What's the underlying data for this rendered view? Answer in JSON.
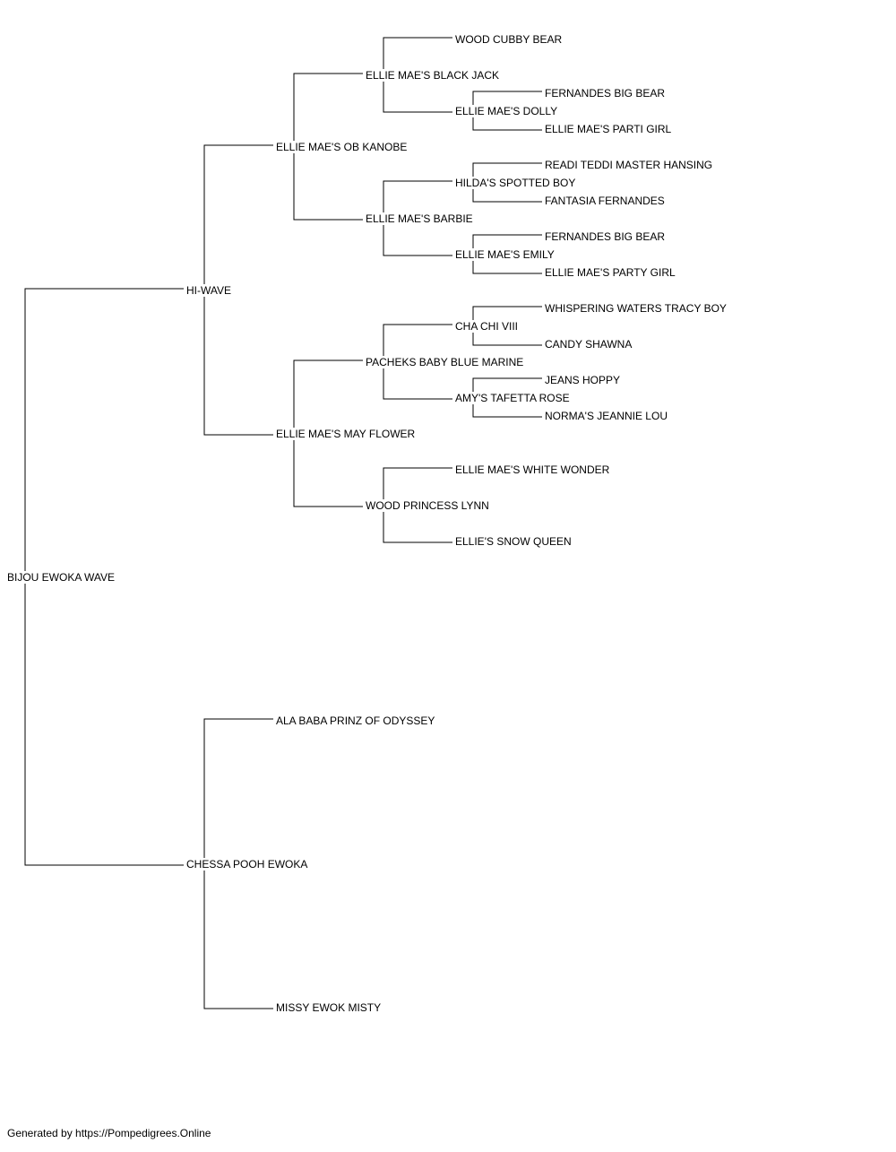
{
  "pedigree": {
    "subject": "BIJOU EWOKA WAVE",
    "sire": "HI-WAVE",
    "dam": "CHESSA POOH EWOKA",
    "sire_sire": "ELLIE MAE'S OB KANOBE",
    "sire_dam": "ELLIE MAE'S MAY FLOWER",
    "dam_sire": "ALA BABA PRINZ OF ODYSSEY",
    "dam_dam": "MISSY EWOK MISTY",
    "g3": {
      "black_jack": "ELLIE MAE'S BLACK JACK",
      "barbie": "ELLIE MAE'S BARBIE",
      "pacheks": "PACHEKS BABY BLUE MARINE",
      "wood_princess": "WOOD PRINCESS LYNN"
    },
    "g4": {
      "wood_cubby": "WOOD CUBBY BEAR",
      "dolly": "ELLIE MAE'S DOLLY",
      "hildas": "HILDA'S SPOTTED BOY",
      "emily": "ELLIE MAE'S EMILY",
      "cha_chi": "CHA CHI VIII",
      "amys": "AMY'S TAFETTA ROSE",
      "white_wonder": "ELLIE MAE'S WHITE WONDER",
      "snow_queen": "ELLIE'S SNOW QUEEN"
    },
    "g5": {
      "fernandes_1": "FERNANDES BIG BEAR",
      "parti_girl": "ELLIE MAE'S PARTI GIRL",
      "readi_teddi": "READI TEDDI MASTER HANSING",
      "fantasia": "FANTASIA FERNANDES",
      "fernandes_2": "FERNANDES BIG BEAR",
      "party_girl": "ELLIE MAE'S PARTY GIRL",
      "whispering": "WHISPERING WATERS TRACY BOY",
      "candy": "CANDY SHAWNA",
      "jeans": "JEANS HOPPY",
      "normas": "NORMA'S JEANNIE LOU"
    }
  },
  "footer": "Generated by https://Pompedigrees.Online"
}
